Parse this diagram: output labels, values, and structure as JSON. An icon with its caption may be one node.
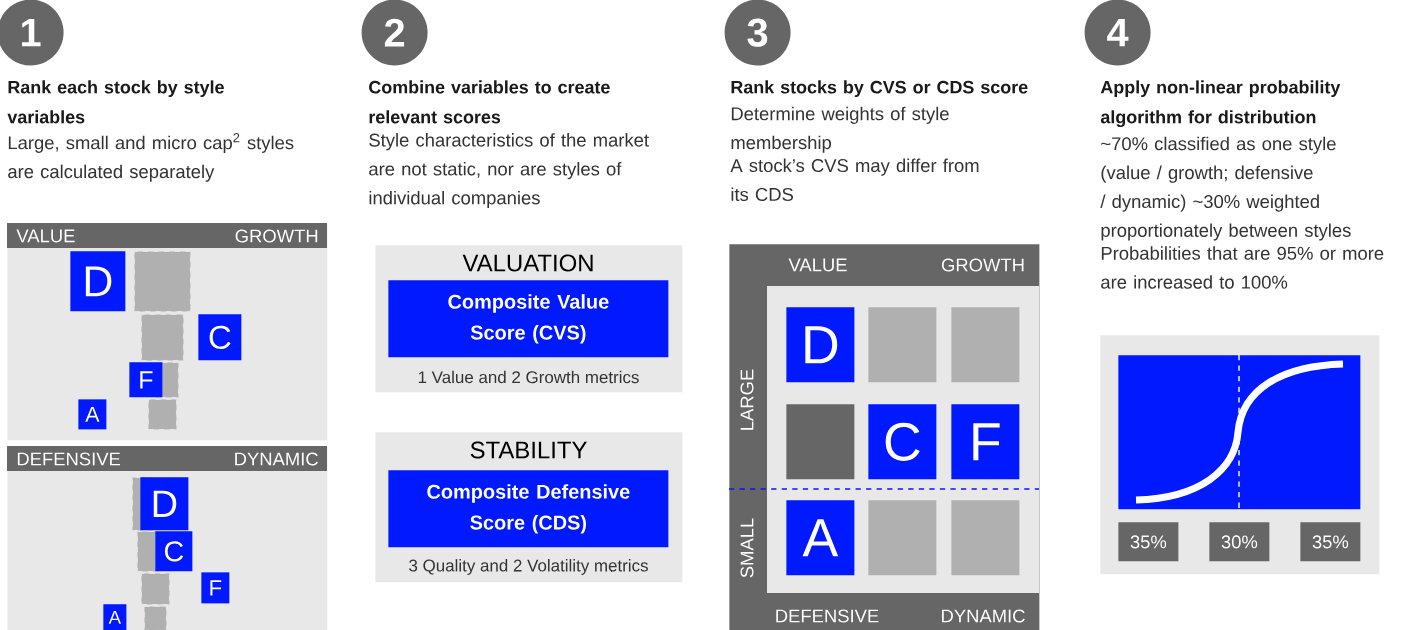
{
  "diagram": {
    "nodes": [
      {
        "text": [
          "1"
        ],
        "beside": [
          "Rank each stock by style variables",
          "Large, small and micro cap$^{2}$ styles are calculated separately"
        ]
      },
      {
        "text": [
          "VALUE",
          "GROWTH"
        ]
      },
      {
        "text": [
          "D"
        ],
        "in": 1
      },
      {
        "text": [],
        "shape": "box",
        "in": 1
      },
      {
        "text": [],
        "shape": "box",
        "in": 1
      },
      {
        "text": [
          "C"
        ],
        "in": 1
      },
      {
        "text": [
          "F"
        ],
        "in": 1
      },
      {
        "text": [],
        "shape": "box",
        "in": 1
      },
      {
        "text": [
          "A"
        ],
        "in": 1
      },
      {
        "text": [],
        "shape": "box",
        "in": 1
      },
      {
        "text": [
          "DEFENSIVE",
          "DYNAMIC"
        ]
      },
      {
        "text": [],
        "shape": "box",
        "in": 10
      },
      {
        "text": [
          "D"
        ],
        "in": 10
      },
      {
        "text": [],
        "shape": "box",
        "in": 10
      },
      {
        "text": [
          "C"
        ],
        "in": 10
      },
      {
        "text": [],
        "shape": "box",
        "in": 10
      },
      {
        "text": [
          "F"
        ],
        "in": 10
      },
      {
        "text": [
          "A"
        ],
        "in": 10
      },
      {
        "text": [],
        "shape": "box",
        "in": 10
      },
      {
        "text": [
          "2"
        ],
        "beside": [
          "Combine variables to create relevant scores",
          "Style characteristics of the market are not static, nor are styles of individual companies"
        ]
      },
      {
        "text": [
          "VALUATION",
          "1 Value and 2 Growth metrics"
        ]
      },
      {
        "text": [
          "Composite Value Score (CVS)"
        ],
        "in": 20
      },
      {
        "text": [
          "STABILITY",
          "3 Quality and 2 Volatility metrics"
        ]
      },
      {
        "text": [
          "Composite Defensive Score (CDS)"
        ],
        "in": 22
      },
      {
        "text": [
          "3"
        ],
        "beside": [
          "Rank stocks by CVS or CDS score",
          "Determine weights of style membership",
          "A stock’s CVS may differ from its CDS"
        ]
      },
      {
        "text": [
          "VALUE",
          "GROWTH",
          "LARGE",
          "SMALL",
          "DEFENSIVE",
          "DYNAMIC"
        ]
      },
      {
        "text": [
          "D"
        ],
        "in": 25
      },
      {
        "text": [],
        "shape": "box",
        "in": 25
      },
      {
        "text": [],
        "shape": "box",
        "in": 25
      },
      {
        "text": [],
        "shape": "box",
        "in": 25
      },
      {
        "text": [
          "C"
        ],
        "in": 25
      },
      {
        "text": [
          "F"
        ],
        "in": 25
      },
      {
        "text": [
          "A"
        ],
        "in": 25
      },
      {
        "text": [],
        "shape": "box",
        "in": 25
      },
      {
        "text": [],
        "shape": "box",
        "in": 25
      },
      {
        "text": [
          "4"
        ],
        "beside": [
          "Apply non-linear probability algorithm for distribution",
          "~70% classified as one style (value / growth; defensive / dynamic) ~30% weighted proportionately between styles",
          "Probabilities that are 95% or more are increased to 100%"
        ]
      },
      {
        "text": [],
        "shape": "box"
      },
      {
        "text": [],
        "shape": "picture",
        "in": 36
      },
      {
        "text": [
          "35%"
        ],
        "in": 36
      },
      {
        "text": [
          "30%"
        ],
        "in": 36
      },
      {
        "text": [
          "35%"
        ],
        "in": 36
      }
    ]
  }
}
